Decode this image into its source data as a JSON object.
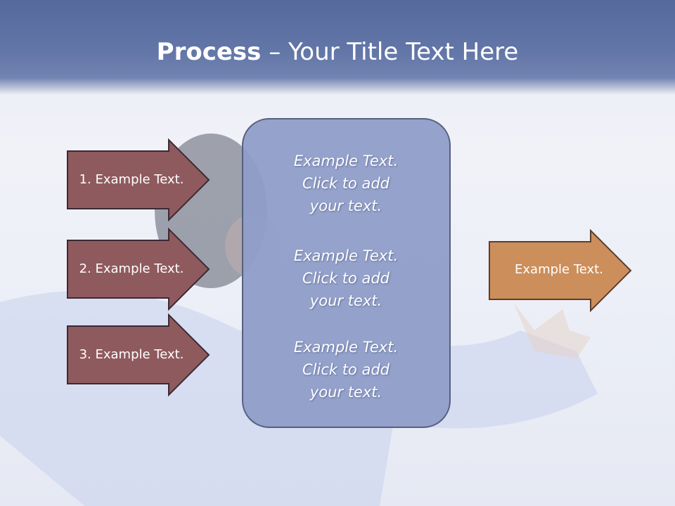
{
  "title": {
    "bold": "Process",
    "dash": " – ",
    "rest": "Your Title Text Here"
  },
  "inputs": [
    {
      "label": "1. Example Text."
    },
    {
      "label": "2. Example Text."
    },
    {
      "label": "3. Example Text."
    }
  ],
  "center": [
    {
      "l1": "Example Text.",
      "l2": "Click  to add",
      "l3": "your text."
    },
    {
      "l1": "Example Text.",
      "l2": "Click  to add",
      "l3": "your text."
    },
    {
      "l1": "Example Text.",
      "l2": "Click  to add",
      "l3": "your text."
    }
  ],
  "output": {
    "label": "Example Text."
  },
  "colors": {
    "title_band": "#6073a6",
    "input_arrow_fill": "#8f5a5e",
    "center_box_fill": "#8f9dc8",
    "output_arrow_fill": "#cc8e5a"
  }
}
